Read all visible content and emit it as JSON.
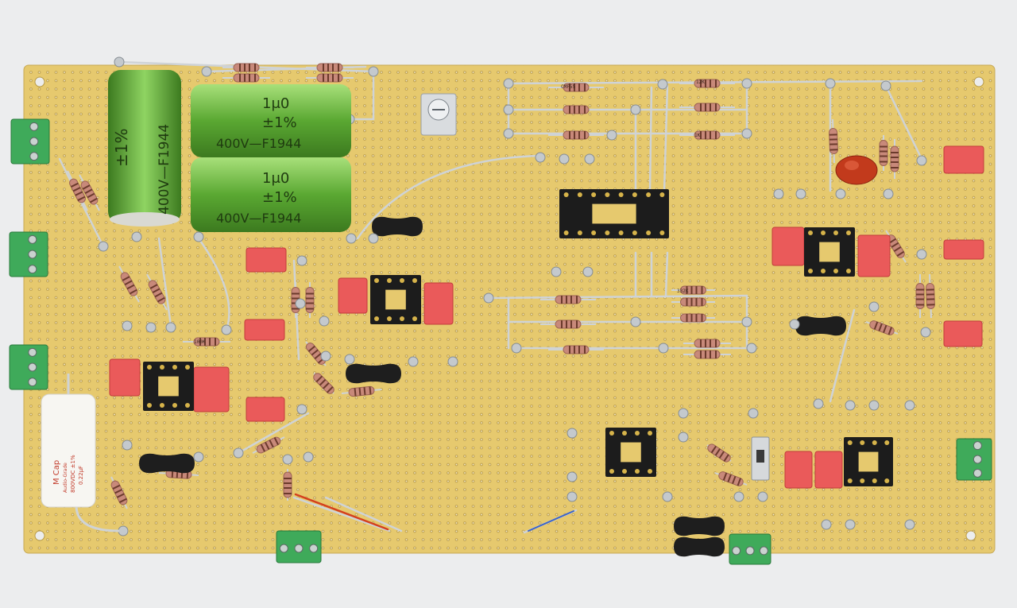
{
  "photo": {
    "board_color": "#e6c96e",
    "background_color": "#ecedee",
    "film_capacitors": [
      {
        "line1": "±1%",
        "line2": "400V—F1944"
      },
      {
        "line1": "1μ0",
        "line2": "±1%",
        "line3": "400V—F1944"
      },
      {
        "line1": "1μ0",
        "line2": "±1%",
        "line3": "400V—F1944"
      }
    ],
    "white_capacitor": {
      "brand": "M Cap",
      "rating": "800VDC ±1%",
      "value": "0.22μF",
      "detail": "Audio-Grade"
    },
    "resistor_codes": [
      "CMF55",
      "332K",
      "12K",
      "1K",
      "100K"
    ],
    "icons": [
      "potentiometer-icon",
      "switch-icon",
      "terminal-block-icon",
      "ic-socket-icon"
    ]
  }
}
